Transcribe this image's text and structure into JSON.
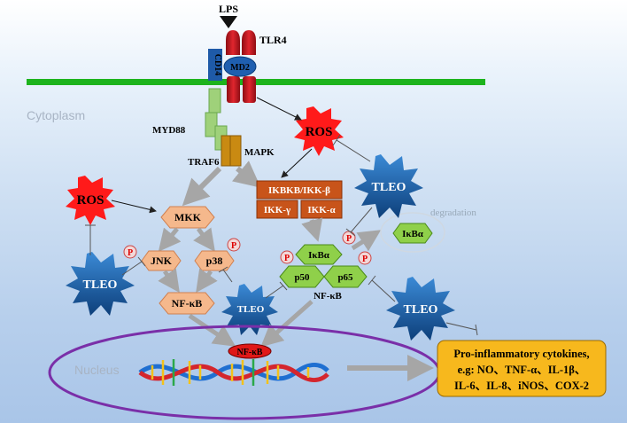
{
  "labels": {
    "lps": "LPS",
    "tlr4": "TLR4",
    "cd14": "CD14",
    "md2": "MD2",
    "cytoplasm": "Cytoplasm",
    "myd88": "MYD88",
    "traf6": "TRAF6",
    "mapk": "MAPK",
    "ros": "ROS",
    "tleo": "TLEO",
    "mkk": "MKK",
    "jnk": "JNK",
    "p38": "p38",
    "nfkb_node": "NF-κB",
    "nfkb_complex": "NF-κB",
    "nfkb_nucleus": "NF-κB",
    "ikbkb": "IKBKB/IKK-β",
    "ikk_gamma": "IKK-γ",
    "ikk_alpha": "IKK-α",
    "ikba": "IκBα",
    "p50": "p50",
    "p65": "p65",
    "phospho": "P",
    "degradation": "degradation",
    "nucleus": "Nucleus"
  },
  "cytokines": {
    "title": "Pro-inflammatory cytokines,",
    "line2": "e.g: NO、TNF-α、IL-1β、",
    "line3": "IL-6、IL-8、iNOS、COX-2"
  },
  "colors": {
    "membrane": "#1db31d",
    "tlr4": "#c0141c",
    "md2": "#1f5fb0",
    "cd14": "#1e5aa8",
    "myd88": "#9fd17a",
    "mapk": "#c98a12",
    "ros": "#ff1a1a",
    "tleo": "#1a5fa8",
    "mapk_cascade": "#f5b88c",
    "ikk": "#c8541a",
    "nfkb_green": "#8fd04a",
    "cytokine_box": "#f7b81d",
    "nucleus_ring": "#7a2fa8",
    "arrow_gray": "#a6a6a6"
  }
}
